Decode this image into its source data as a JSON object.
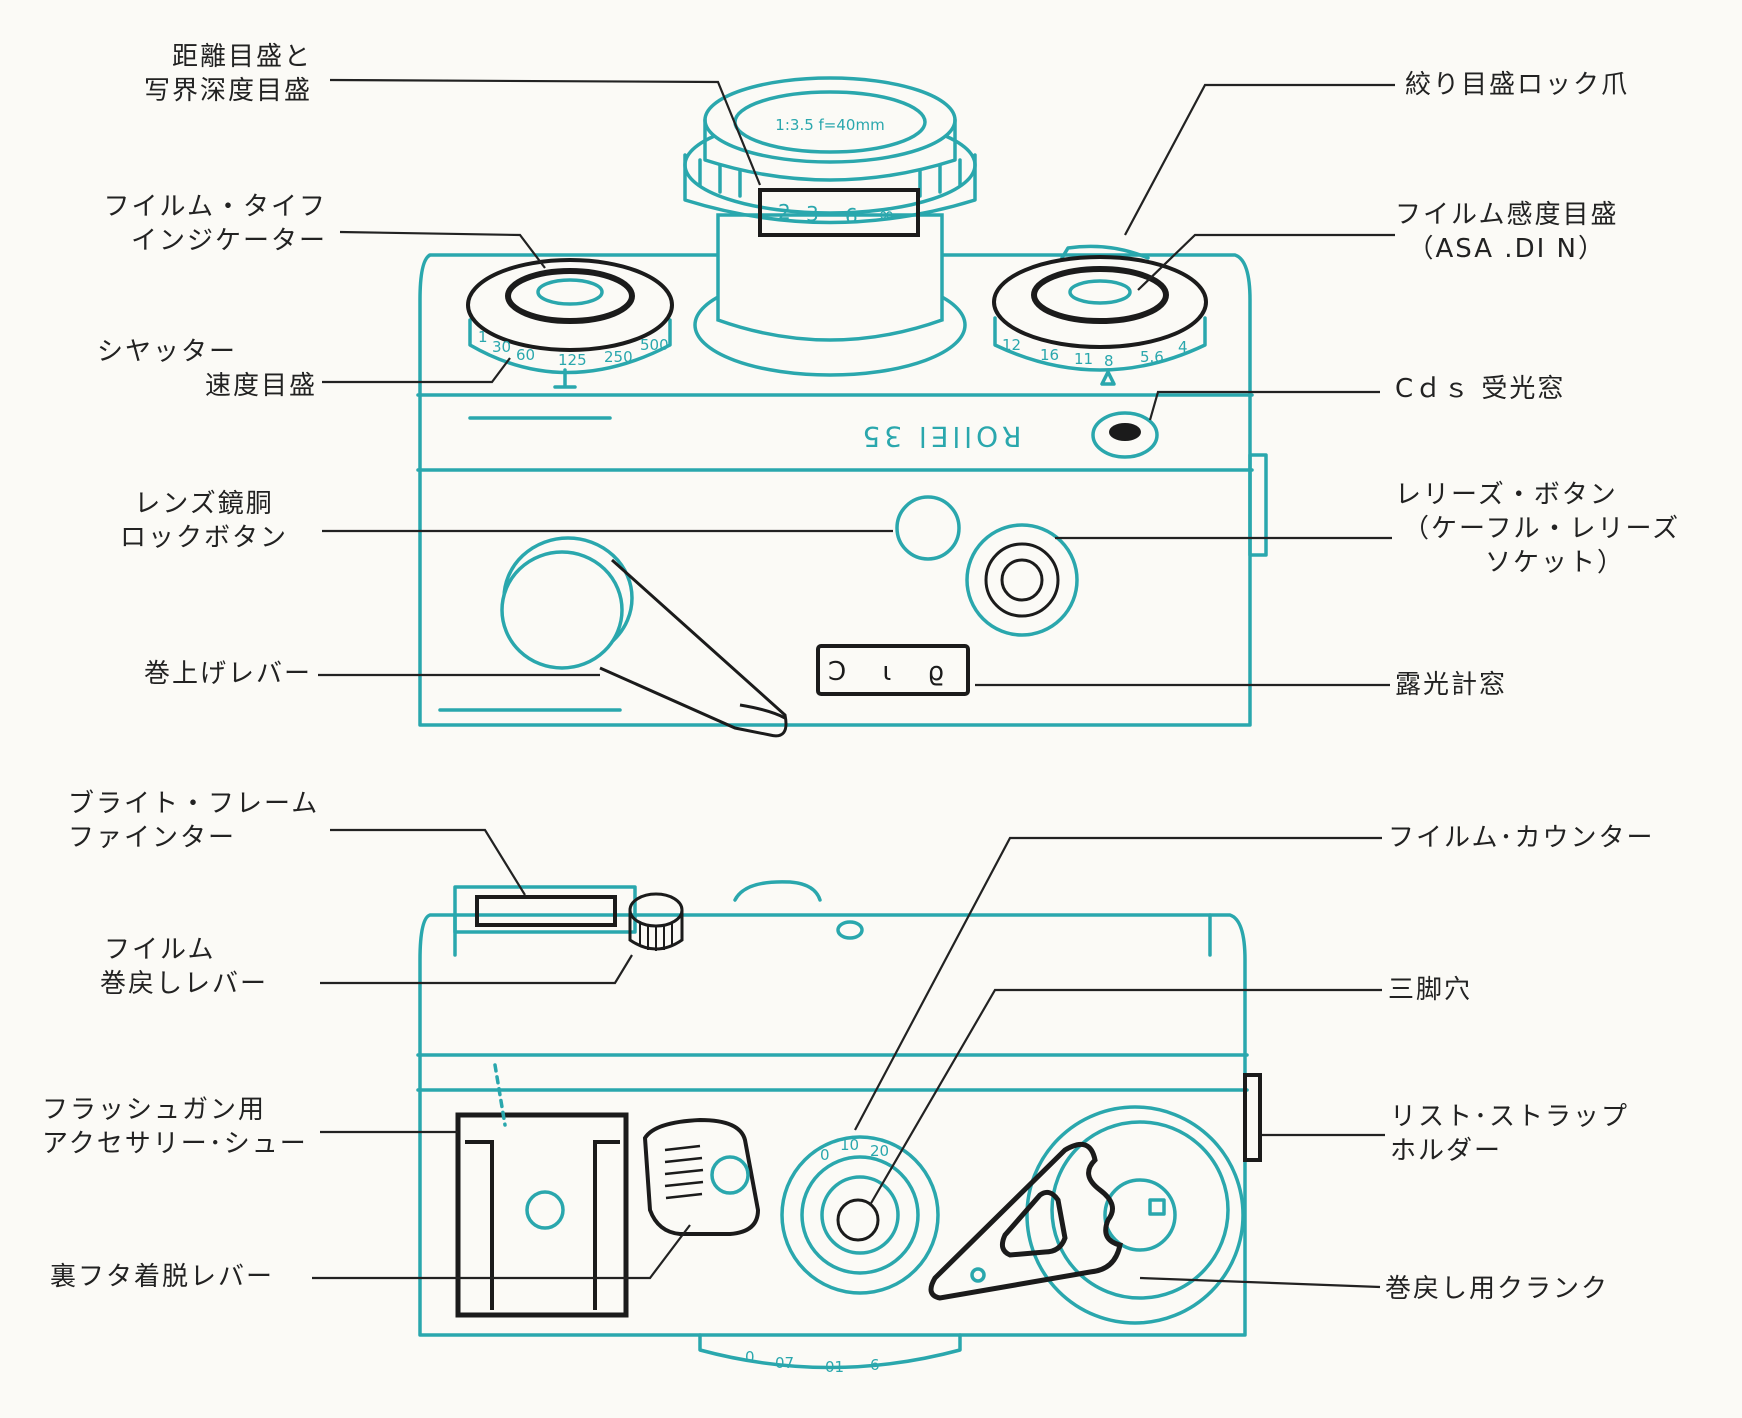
{
  "labels": {
    "distance_scale": [
      "距離目盛と",
      "写界深度目盛"
    ],
    "aperture_lock": [
      "絞り目盛ロック爪"
    ],
    "film_type_indicator": [
      "フイルム・タイフ",
      "インジケーター"
    ],
    "film_speed_scale": [
      "フイルム感度目盛",
      "（ASA .DI N）"
    ],
    "shutter_speed_scale": [
      "シヤッター",
      "速度目盛"
    ],
    "cds_window": [
      "Cｄｓ 受光窓"
    ],
    "lens_lock_button": [
      "レンズ鏡胴",
      "ロックボタン"
    ],
    "release_button": [
      "レリーズ・ボタン",
      "（ケーフル・レリーズ",
      "ソケット）"
    ],
    "wind_lever": [
      "巻上げレバー"
    ],
    "meter_window": [
      "露光計窓"
    ],
    "finder": [
      "ブライト・フレーム",
      "ファインター"
    ],
    "film_counter": [
      "フイルム･カウンター"
    ],
    "rewind_lever": [
      "フイルム",
      "巻戻しレバー"
    ],
    "tripod_socket": [
      "三脚穴"
    ],
    "accessory_shoe": [
      "フラッシュガン用",
      "アクセサリー･シュー"
    ],
    "strap_holder": [
      "リスト･ストラップ",
      "ホルダー"
    ],
    "back_lever": [
      "裏フタ着脱レバー"
    ],
    "rewind_crank": [
      "巻戻し用クランク"
    ]
  },
  "camera": {
    "brand": "ROllEl 35",
    "lens_text": "1:3.5 f=40mm",
    "distance_scale": [
      "2",
      "3",
      "6",
      "∞"
    ],
    "shutter_scale": [
      "1",
      "30",
      "60",
      "125",
      "250",
      "500"
    ],
    "film_scale": [
      "12",
      "16",
      "11",
      "8",
      "5.6",
      "4"
    ],
    "meter_window_text": "Ɔ ɩ ϱ",
    "counter_scale": [
      "0",
      "10",
      "20"
    ],
    "base_scale": [
      "0",
      "07",
      "01",
      "6"
    ]
  },
  "colors": {
    "line": "#2aa7ad",
    "ink": "#1b1b1b",
    "paper": "#fbfaf6"
  }
}
